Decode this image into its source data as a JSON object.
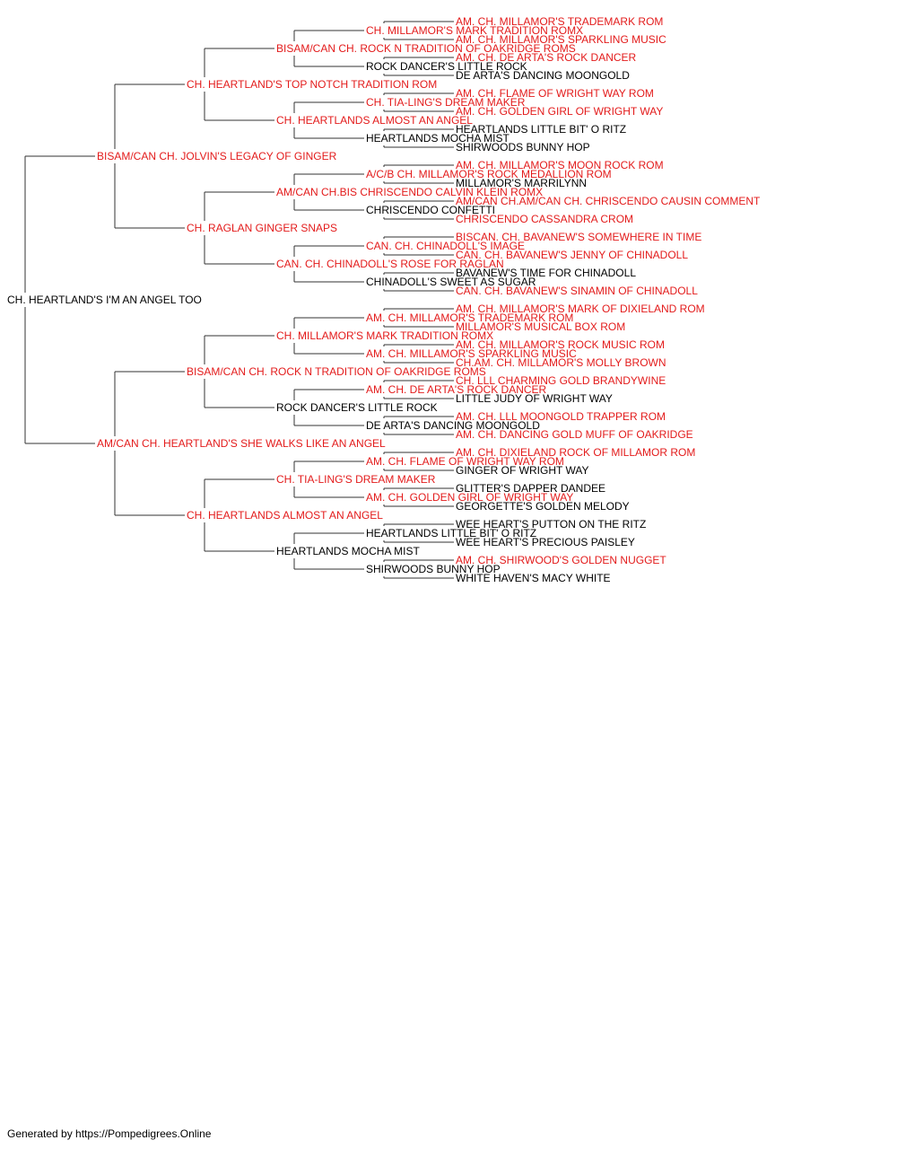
{
  "colors": {
    "champion": "#e31b1b",
    "plain": "#000000",
    "line": "#333333"
  },
  "footer": "Generated by https://Pompedigrees.Online",
  "pedigree": [
    {
      "gen": 0,
      "name": "CH. HEARTLAND'S I'M AN ANGEL TOO",
      "champion": false
    },
    {
      "gen": 1,
      "name": "BISAM/CAN CH. JOLVIN'S LEGACY OF GINGER",
      "champion": true
    },
    {
      "gen": 2,
      "name": "CH. HEARTLAND'S TOP NOTCH TRADITION ROM",
      "champion": true
    },
    {
      "gen": 3,
      "name": "BISAM/CAN CH. ROCK N TRADITION OF OAKRIDGE ROMS",
      "champion": true
    },
    {
      "gen": 4,
      "name": "CH. MILLAMOR'S MARK TRADITION ROMX",
      "champion": true
    },
    {
      "gen": 5,
      "name": "AM. CH. MILLAMOR'S TRADEMARK ROM",
      "champion": true
    },
    {
      "gen": 5,
      "name": "AM. CH. MILLAMOR'S SPARKLING MUSIC",
      "champion": true
    },
    {
      "gen": 4,
      "name": "ROCK DANCER'S LITTLE ROCK",
      "champion": false
    },
    {
      "gen": 5,
      "name": "AM. CH. DE ARTA'S ROCK DANCER",
      "champion": true
    },
    {
      "gen": 5,
      "name": "DE ARTA'S DANCING MOONGOLD",
      "champion": false
    },
    {
      "gen": 3,
      "name": "CH. HEARTLANDS ALMOST AN ANGEL",
      "champion": true
    },
    {
      "gen": 4,
      "name": "CH. TIA-LING'S DREAM MAKER",
      "champion": true
    },
    {
      "gen": 5,
      "name": "AM. CH. FLAME OF WRIGHT WAY ROM",
      "champion": true
    },
    {
      "gen": 5,
      "name": "AM. CH. GOLDEN GIRL OF WRIGHT WAY",
      "champion": true
    },
    {
      "gen": 4,
      "name": "HEARTLANDS MOCHA MIST",
      "champion": false
    },
    {
      "gen": 5,
      "name": "HEARTLANDS LITTLE BIT' O RITZ",
      "champion": false
    },
    {
      "gen": 5,
      "name": "SHIRWOODS BUNNY HOP",
      "champion": false
    },
    {
      "gen": 2,
      "name": "CH. RAGLAN GINGER SNAPS",
      "champion": true
    },
    {
      "gen": 3,
      "name": "AM/CAN CH.BIS CHRISCENDO CALVIN KLEIN ROMX",
      "champion": true
    },
    {
      "gen": 4,
      "name": "A/C/B CH. MILLAMOR'S ROCK MEDALLION ROM",
      "champion": true
    },
    {
      "gen": 5,
      "name": "AM. CH. MILLAMOR'S MOON ROCK ROM",
      "champion": true
    },
    {
      "gen": 5,
      "name": "MILLAMOR'S MARRILYNN",
      "champion": false
    },
    {
      "gen": 4,
      "name": "CHRISCENDO CONFETTI",
      "champion": false
    },
    {
      "gen": 5,
      "name": "AM/CAN CH.AM/CAN CH. CHRISCENDO CAUSIN COMMENT",
      "champion": true
    },
    {
      "gen": 5,
      "name": "CHRISCENDO CASSANDRA CROM",
      "champion": true
    },
    {
      "gen": 3,
      "name": "CAN. CH. CHINADOLL'S ROSE FOR RAGLAN",
      "champion": true
    },
    {
      "gen": 4,
      "name": "CAN. CH. CHINADOLL'S IMAGE",
      "champion": true
    },
    {
      "gen": 5,
      "name": "BISCAN. CH. BAVANEW'S SOMEWHERE IN TIME",
      "champion": true
    },
    {
      "gen": 5,
      "name": "CAN. CH. BAVANEW'S JENNY OF CHINADOLL",
      "champion": true
    },
    {
      "gen": 4,
      "name": "CHINADOLL'S SWEET AS SUGAR",
      "champion": false
    },
    {
      "gen": 5,
      "name": "BAVANEW'S TIME FOR CHINADOLL",
      "champion": false
    },
    {
      "gen": 5,
      "name": "CAN. CH. BAVANEW'S SINAMIN OF CHINADOLL",
      "champion": true
    },
    {
      "gen": 1,
      "name": "AM/CAN CH. HEARTLAND'S SHE WALKS LIKE AN ANGEL",
      "champion": true
    },
    {
      "gen": 2,
      "name": "BISAM/CAN CH. ROCK N TRADITION OF OAKRIDGE ROMS",
      "champion": true
    },
    {
      "gen": 3,
      "name": "CH. MILLAMOR'S MARK TRADITION ROMX",
      "champion": true
    },
    {
      "gen": 4,
      "name": "AM. CH. MILLAMOR'S TRADEMARK ROM",
      "champion": true
    },
    {
      "gen": 5,
      "name": "AM. CH. MILLAMOR'S MARK OF DIXIELAND ROM",
      "champion": true
    },
    {
      "gen": 5,
      "name": "MILLAMOR'S MUSICAL BOX ROM",
      "champion": true
    },
    {
      "gen": 4,
      "name": "AM. CH. MILLAMOR'S SPARKLING MUSIC",
      "champion": true
    },
    {
      "gen": 5,
      "name": "AM. CH. MILLAMOR'S ROCK MUSIC ROM",
      "champion": true
    },
    {
      "gen": 5,
      "name": "CH.AM. CH. MILLAMOR'S MOLLY BROWN",
      "champion": true
    },
    {
      "gen": 3,
      "name": "ROCK DANCER'S LITTLE ROCK",
      "champion": false
    },
    {
      "gen": 4,
      "name": "AM. CH. DE ARTA'S ROCK DANCER",
      "champion": true
    },
    {
      "gen": 5,
      "name": "CH. LLL CHARMING GOLD BRANDYWINE",
      "champion": true
    },
    {
      "gen": 5,
      "name": "LITTLE JUDY OF WRIGHT WAY",
      "champion": false
    },
    {
      "gen": 4,
      "name": "DE ARTA'S DANCING MOONGOLD",
      "champion": false
    },
    {
      "gen": 5,
      "name": "AM. CH. LLL MOONGOLD TRAPPER ROM",
      "champion": true
    },
    {
      "gen": 5,
      "name": "AM. CH. DANCING GOLD MUFF OF OAKRIDGE",
      "champion": true
    },
    {
      "gen": 2,
      "name": "CH. HEARTLANDS ALMOST AN ANGEL",
      "champion": true
    },
    {
      "gen": 3,
      "name": "CH. TIA-LING'S DREAM MAKER",
      "champion": true
    },
    {
      "gen": 4,
      "name": "AM. CH. FLAME OF WRIGHT WAY ROM",
      "champion": true
    },
    {
      "gen": 5,
      "name": "AM. CH. DIXIELAND ROCK OF MILLAMOR ROM",
      "champion": true
    },
    {
      "gen": 5,
      "name": "GINGER OF WRIGHT WAY",
      "champion": false
    },
    {
      "gen": 4,
      "name": "AM. CH. GOLDEN GIRL OF WRIGHT WAY",
      "champion": true
    },
    {
      "gen": 5,
      "name": "GLITTER'S DAPPER DANDEE",
      "champion": false
    },
    {
      "gen": 5,
      "name": "GEORGETTE'S GOLDEN MELODY",
      "champion": false
    },
    {
      "gen": 3,
      "name": "HEARTLANDS MOCHA MIST",
      "champion": false
    },
    {
      "gen": 4,
      "name": "HEARTLANDS LITTLE BIT' O RITZ",
      "champion": false
    },
    {
      "gen": 5,
      "name": "WEE HEART'S PUTTON ON THE RITZ",
      "champion": false
    },
    {
      "gen": 5,
      "name": "WEE HEART'S PRECIOUS PAISLEY",
      "champion": false
    },
    {
      "gen": 4,
      "name": "SHIRWOODS BUNNY HOP",
      "champion": false
    },
    {
      "gen": 5,
      "name": "AM. CH. SHIRWOOD'S GOLDEN NUGGET",
      "champion": true
    },
    {
      "gen": 5,
      "name": "WHITE HAVEN'S MACY WHITE",
      "champion": false
    }
  ]
}
